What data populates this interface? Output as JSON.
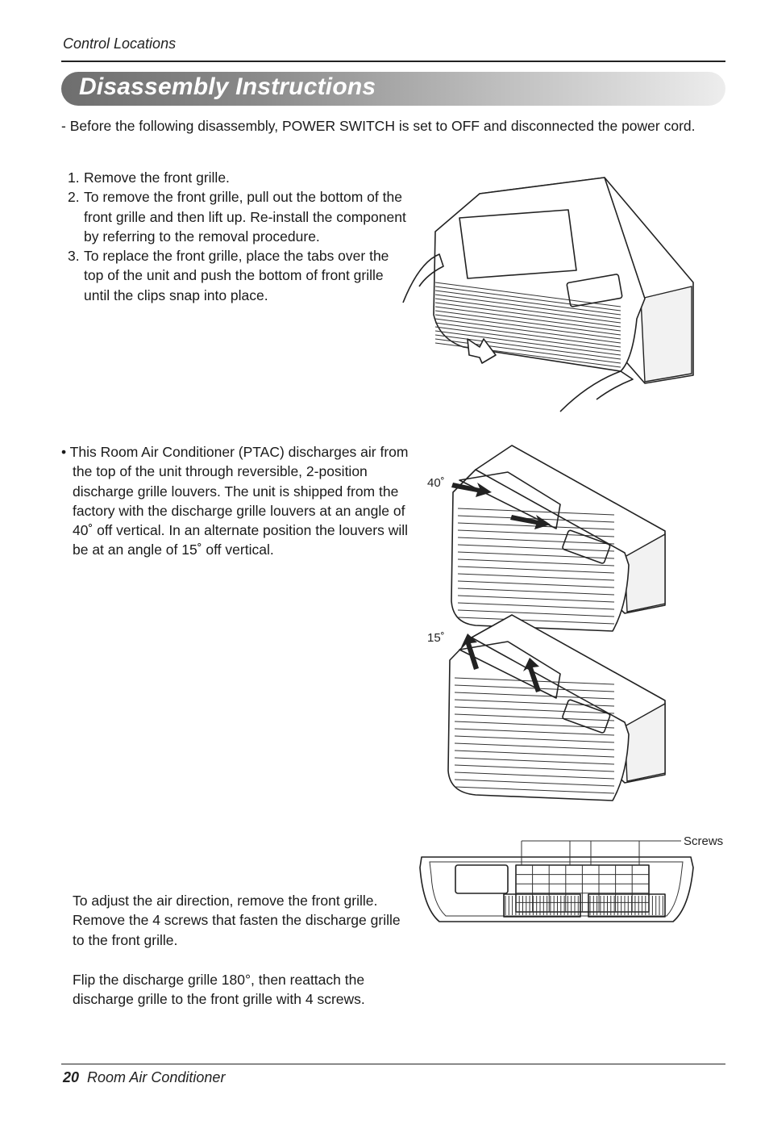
{
  "header": {
    "section": "Control Locations"
  },
  "banner": {
    "title": "Disassembly Instructions"
  },
  "intro": "- Before the following disassembly, POWER SWITCH is set to OFF and disconnected the power cord.",
  "steps": [
    {
      "num": "1.",
      "text": "Remove the front grille."
    },
    {
      "num": "2.",
      "text": "To remove the front grille, pull out the bottom of the front grille and then lift up. Re-install the component by referring to the removal procedure."
    },
    {
      "num": "3.",
      "text": "To replace the front grille, place the tabs over the top of the unit and push the bottom of front grille until the clips snap into place."
    }
  ],
  "louver_text": "• This Room Air Conditioner (PTAC) discharges air from the top of the unit through reversible, 2-position discharge grille louvers. The unit is shipped from the factory with the discharge grille louvers at an angle of 40˚ off vertical. In an alternate position the louvers will be at an angle of 15˚ off vertical.",
  "figures": {
    "angle_a": "40˚",
    "angle_b": "15˚",
    "screws": "Screws"
  },
  "adjust_text": "To adjust the air direction, remove the front grille. Remove the 4 screws that fasten the discharge grille to the front grille.",
  "flip_text": "Flip the discharge grille 180°, then reattach the discharge grille to the front grille with 4 screws.",
  "footer": {
    "page": "20",
    "title": "Room Air Conditioner"
  }
}
